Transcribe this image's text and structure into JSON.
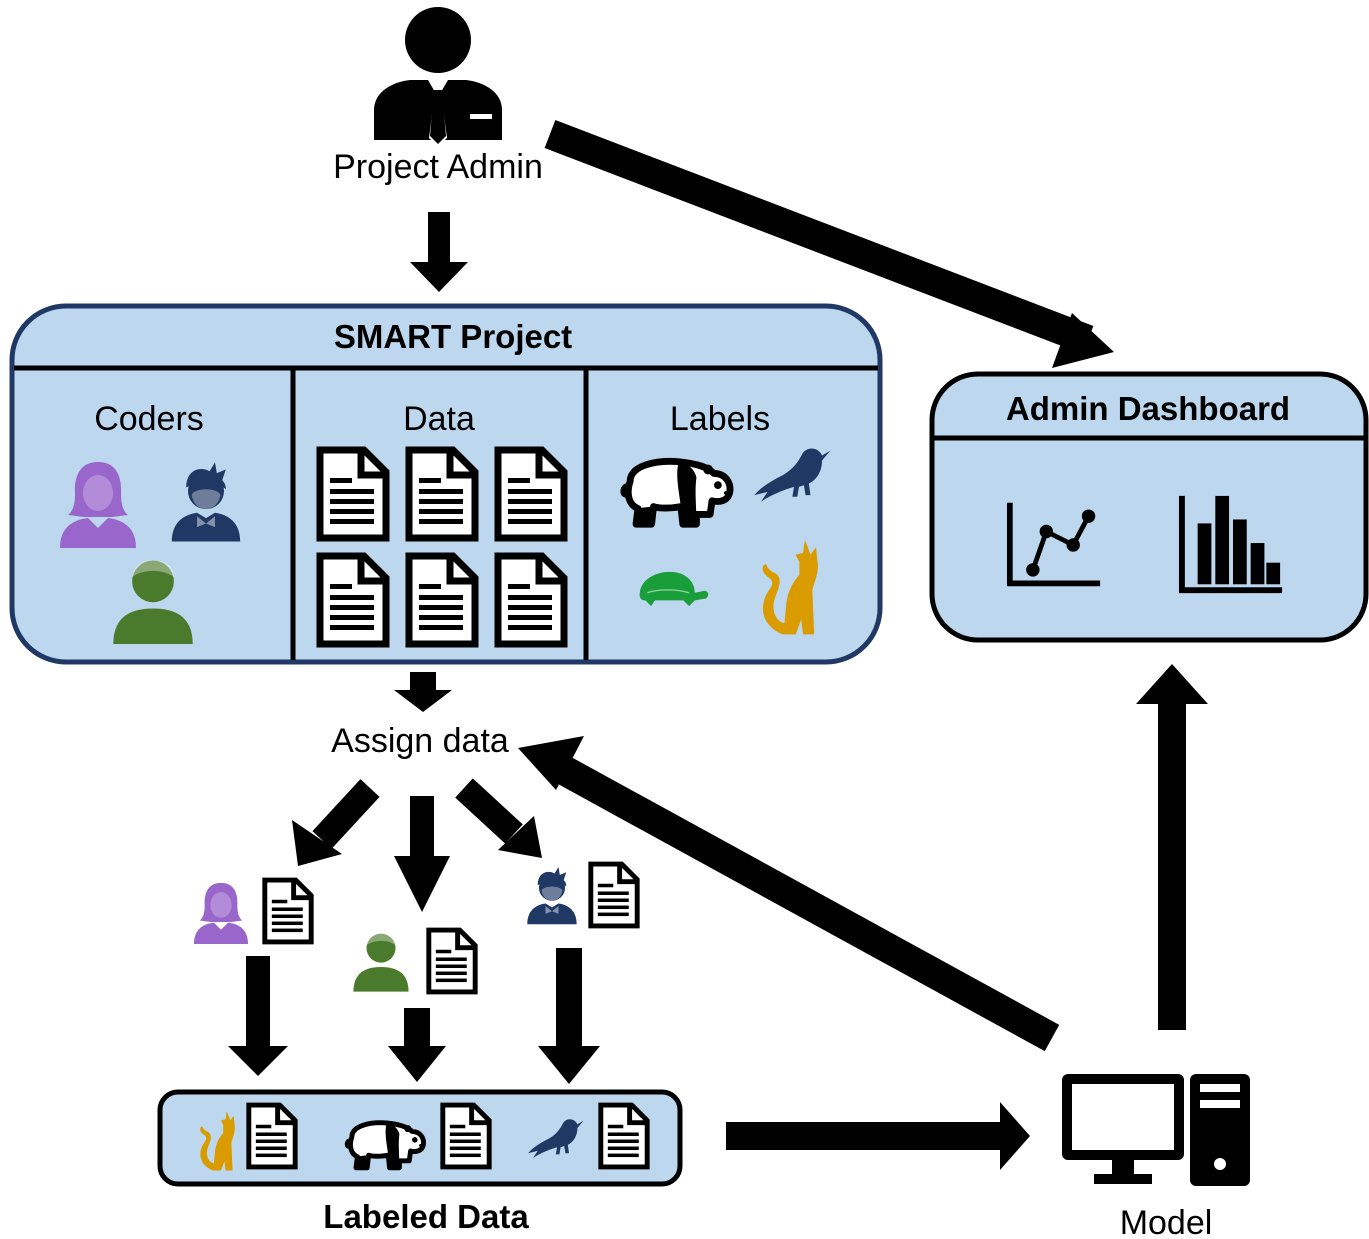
{
  "texts": {
    "project_admin": "Project Admin",
    "smart_project": "SMART Project",
    "coders": "Coders",
    "data": "Data",
    "labels": "Labels",
    "admin_dashboard": "Admin Dashboard",
    "assign_data": "Assign data",
    "labeled_data": "Labeled Data",
    "model": "Model"
  },
  "icons": {
    "admin": "admin-person-icon",
    "coder_female": "coder-female-icon",
    "coder_boy": "coder-boy-icon",
    "coder_male": "coder-male-icon",
    "document": "document-icon",
    "panda": "panda-icon",
    "bird": "bird-icon",
    "turtle": "turtle-icon",
    "cat": "cat-icon",
    "line_chart": "line-chart-icon",
    "bar_chart": "bar-chart-icon",
    "computer": "computer-icon"
  },
  "colors": {
    "panel_fill": "#bdd7ee",
    "project_border": "#1f3864",
    "coder_purple": "#9966cc",
    "coder_navy": "#1f3864",
    "coder_green": "#4a7a2c",
    "turtle_green": "#1a9e3a",
    "cat_gold": "#d99b00",
    "arrow": "#000000"
  }
}
